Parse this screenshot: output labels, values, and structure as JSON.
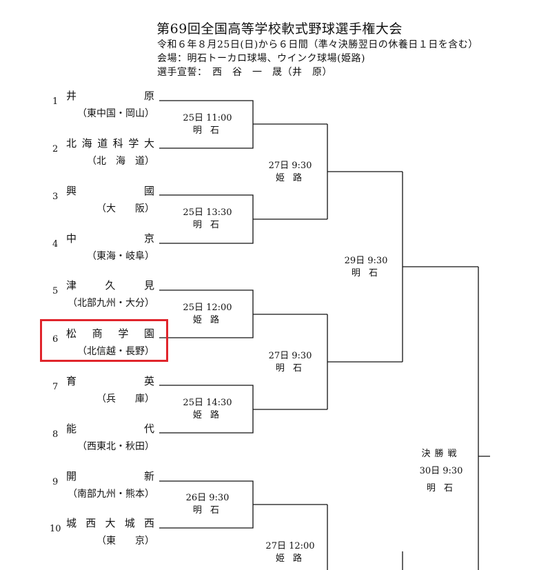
{
  "header": {
    "title": "第69回全国高等学校軟式野球選手権大会",
    "dates": "令和６年８月25日(日)から６日間（準々決勝翌日の休養日１日を含む）",
    "venue": "会場：明石トーカロ球場、ウインク球場(姫路)",
    "oath": "選手宣誓：　西　谷　一　晟（井　原）"
  },
  "teams": [
    {
      "num": "1",
      "name": "井原",
      "region": "（東中国・岡山）"
    },
    {
      "num": "2",
      "name": "北海道科学大",
      "region": "（北　海　道）"
    },
    {
      "num": "3",
      "name": "興國",
      "region": "（大　　阪）"
    },
    {
      "num": "4",
      "name": "中京",
      "region": "（東海・岐阜）"
    },
    {
      "num": "5",
      "name": "津久見",
      "region": "（北部九州・大分）"
    },
    {
      "num": "6",
      "name": "松商学園",
      "region": "（北信越・長野）"
    },
    {
      "num": "7",
      "name": "育英",
      "region": "（兵　　庫）"
    },
    {
      "num": "8",
      "name": "能代",
      "region": "（西東北・秋田）"
    },
    {
      "num": "9",
      "name": "開新",
      "region": "（南部九州・熊本）"
    },
    {
      "num": "10",
      "name": "城西大城西",
      "region": "（東　　京）"
    }
  ],
  "matches": [
    {
      "time": "25日 11:00",
      "place": "明 石"
    },
    {
      "time": "25日 13:30",
      "place": "明 石"
    },
    {
      "time": "25日 12:00",
      "place": "姫 路"
    },
    {
      "time": "25日 14:30",
      "place": "姫 路"
    },
    {
      "time": "26日 9:30",
      "place": "明 石"
    },
    {
      "time": "27日 9:30",
      "place": "姫 路"
    },
    {
      "time": "27日 9:30",
      "place": "明 石"
    },
    {
      "time": "27日 12:00",
      "place": "姫 路"
    },
    {
      "time": "29日 9:30",
      "place": "明 石"
    }
  ],
  "final": {
    "label": "決勝戦",
    "time": "30日 9:30",
    "place": "明 石"
  },
  "highlight": {
    "team": "松商学園",
    "color": "#e0242b"
  }
}
